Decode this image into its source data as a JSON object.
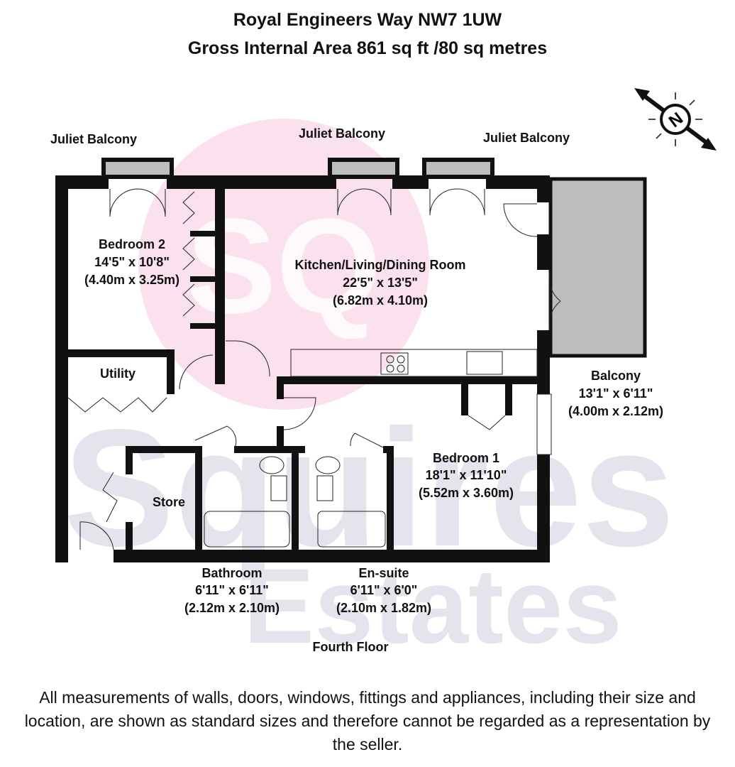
{
  "header": {
    "address": "Royal Engineers Way NW7 1UW",
    "area": "Gross Internal Area 861 sq ft /80 sq metres"
  },
  "watermark": {
    "logo": "SQ",
    "line1": "Squires",
    "line2": "Estates",
    "pink": "#fbe1ee",
    "grey": "#e4e5ec"
  },
  "compass": {
    "label": "N"
  },
  "rooms": {
    "juliet1": "Juliet Balcony",
    "juliet2": "Juliet Balcony",
    "juliet3": "Juliet Balcony",
    "bedroom2": {
      "name": "Bedroom 2",
      "imperial": "14'5\" x 10'8\"",
      "metric": "(4.40m x 3.25m)"
    },
    "kitchen": {
      "name": "Kitchen/Living/Dining Room",
      "imperial": "22'5\" x 13'5\"",
      "metric": "(6.82m x 4.10m)"
    },
    "utility": {
      "name": "Utility"
    },
    "balcony": {
      "name": "Balcony",
      "imperial": "13'1\" x 6'11\"",
      "metric": "(4.00m x 2.12m)"
    },
    "store": {
      "name": "Store"
    },
    "bedroom1": {
      "name": "Bedroom 1",
      "imperial": "18'1\" x 11'10\"",
      "metric": "(5.52m x 3.60m)"
    },
    "bathroom": {
      "name": "Bathroom",
      "imperial": "6'11\" x 6'11\"",
      "metric": "(2.12m x 2.10m)"
    },
    "ensuite": {
      "name": "En-suite",
      "imperial": "6'11\" x 6'0\"",
      "metric": "(2.10m x 1.82m)"
    }
  },
  "floor_label": "Fourth Floor",
  "disclaimer": "All measurements of walls, doors, windows, fittings and appliances, including their size and location, are shown as standard sizes and therefore cannot be regarded as a representation by the seller."
}
